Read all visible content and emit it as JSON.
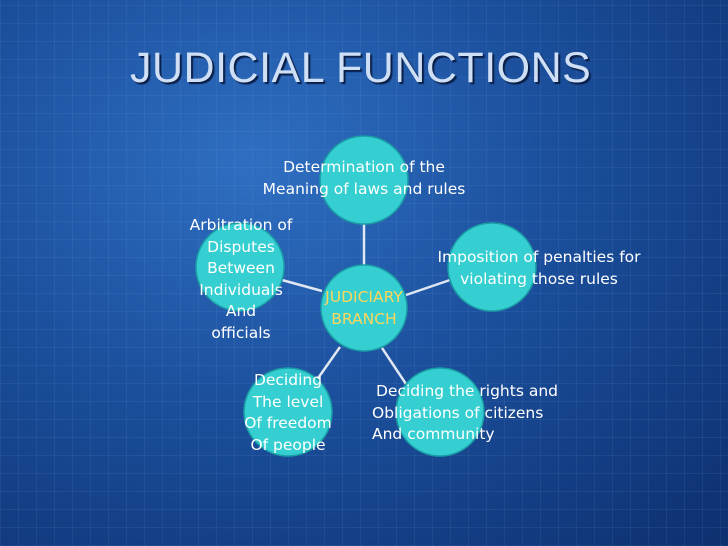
{
  "title": "JUDICIAL FUNCTIONS",
  "diagram": {
    "center": {
      "lines": [
        "JUDICIARY",
        "BRANCH"
      ]
    },
    "nodes": [
      {
        "id": "determination",
        "lines": [
          "Determination of the",
          "Meaning of laws and rules"
        ]
      },
      {
        "id": "imposition",
        "lines": [
          "Imposition of penalties for",
          "violating those rules"
        ]
      },
      {
        "id": "rights",
        "lines": [
          "Deciding the rights and",
          "Obligations of citizens",
          "And community"
        ]
      },
      {
        "id": "freedom",
        "lines": [
          "Deciding",
          "The level",
          "Of freedom",
          "Of people"
        ]
      },
      {
        "id": "arbitration",
        "lines": [
          "Arbitration of",
          "Disputes",
          "Between",
          "Individuals",
          "And",
          "officials"
        ]
      }
    ],
    "colors": {
      "circle_fill": "#35cfd2",
      "circle_stroke": "#1a9ea6",
      "connector": "#dfe7f2",
      "label_text": "#ffffff",
      "center_text": "#ffd55a",
      "title_text": "#cfe0f6"
    }
  }
}
